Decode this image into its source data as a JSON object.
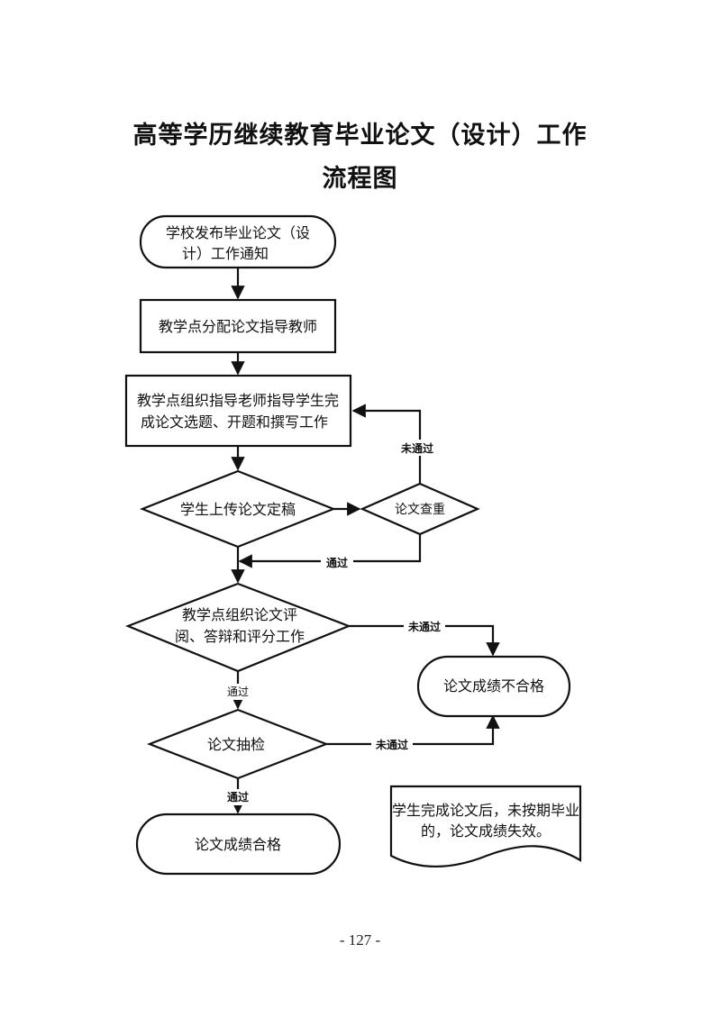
{
  "title": {
    "line1": "高等学历继续教育毕业论文（设计）工作",
    "line2": "流程图"
  },
  "nodes": {
    "start": {
      "lines": [
        "学校发布毕业论文（设",
        "计）工作通知"
      ],
      "shape": "terminator"
    },
    "assign": {
      "lines": [
        "教学点分配论文指导教师"
      ],
      "shape": "process"
    },
    "guide": {
      "lines": [
        "教学点组织指导老师指导学生完",
        "成论文选题、开题和撰写工作"
      ],
      "shape": "process"
    },
    "upload": {
      "lines": [
        "学生上传论文定稿"
      ],
      "shape": "decision"
    },
    "check_dup": {
      "lines": [
        "论文查重"
      ],
      "shape": "decision"
    },
    "review": {
      "lines": [
        "教学点组织论文评",
        "阅、答辩和评分工作"
      ],
      "shape": "decision"
    },
    "spot_check": {
      "lines": [
        "论文抽检"
      ],
      "shape": "decision"
    },
    "fail": {
      "lines": [
        "论文成绩不合格"
      ],
      "shape": "terminator"
    },
    "pass": {
      "lines": [
        "论文成绩合格"
      ],
      "shape": "terminator"
    },
    "note": {
      "lines": [
        "学生完成论文后，未按期毕业",
        "的，论文成绩失效。"
      ],
      "shape": "document"
    }
  },
  "edge_labels": {
    "dup_fail": "未通过",
    "dup_pass": "通过",
    "review_fail": "未通过",
    "review_pass": "通过",
    "spot_fail": "未通过",
    "spot_pass": "通过"
  },
  "footer": {
    "page_number": "- 127 -"
  }
}
